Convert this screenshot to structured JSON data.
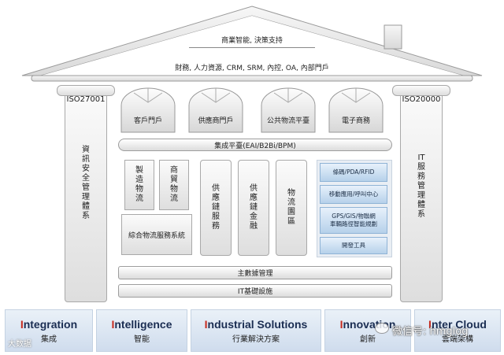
{
  "roof": {
    "top_label": "商業智能, 決策支持",
    "apps_label": "財務, 人力資源, CRM, SRM, 內控, OA, 內部門戶"
  },
  "pillars": {
    "left": {
      "title": "ISO27001",
      "text": [
        "資",
        "訊",
        "安",
        "全",
        "管",
        "理",
        "體",
        "系"
      ]
    },
    "right": {
      "title": "ISO20000",
      "text": [
        "IT",
        "服",
        "務",
        "管",
        "理",
        "體",
        "系"
      ]
    }
  },
  "portals": [
    "客戶門戶",
    "供應商門戶",
    "公共物流平臺",
    "電子商務"
  ],
  "integration_bar": "集成平臺(EAI/B2Bi/BPM)",
  "modules": {
    "manufacturing_logistics": [
      "製",
      "造",
      "物",
      "流"
    ],
    "commerce_logistics": [
      "商",
      "貿",
      "物",
      "流"
    ],
    "integrated_logistics": "綜合物流服務系統",
    "supply_chain_service": [
      "供",
      "應",
      "鏈",
      "服",
      "務"
    ],
    "supply_chain_finance": [
      "供",
      "應",
      "鏈",
      "金",
      "融"
    ],
    "logistics_park": [
      "物",
      "流",
      "園",
      "區"
    ]
  },
  "tech_boxes": [
    "條碼/PDA/RFID",
    "移動應用/呼叫中心",
    "GPS/GIS/物聯網\n車輛路徑智能規劃",
    "開發工具"
  ],
  "master_data": "主數據管理",
  "it_infra": "IT基礎設施",
  "footer": [
    {
      "first": "I",
      "rest": "ntegration",
      "zh": "集成"
    },
    {
      "first": "I",
      "rest": "ntelligence",
      "zh": "智能"
    },
    {
      "first": "I",
      "rest": "ndustrial Solutions",
      "zh": "行業解決方案"
    },
    {
      "first": "I",
      "rest": "nnovation",
      "zh": "創新"
    },
    {
      "first": "I",
      "rest": "nter Cloud",
      "zh": "雲端架構"
    }
  ],
  "watermarks": {
    "left": "大数据",
    "right": "微信号: hmglog"
  },
  "colors": {
    "accent_red": "#c62a1e",
    "navy": "#1a2d52",
    "blue_box": "#b6d1ea"
  }
}
